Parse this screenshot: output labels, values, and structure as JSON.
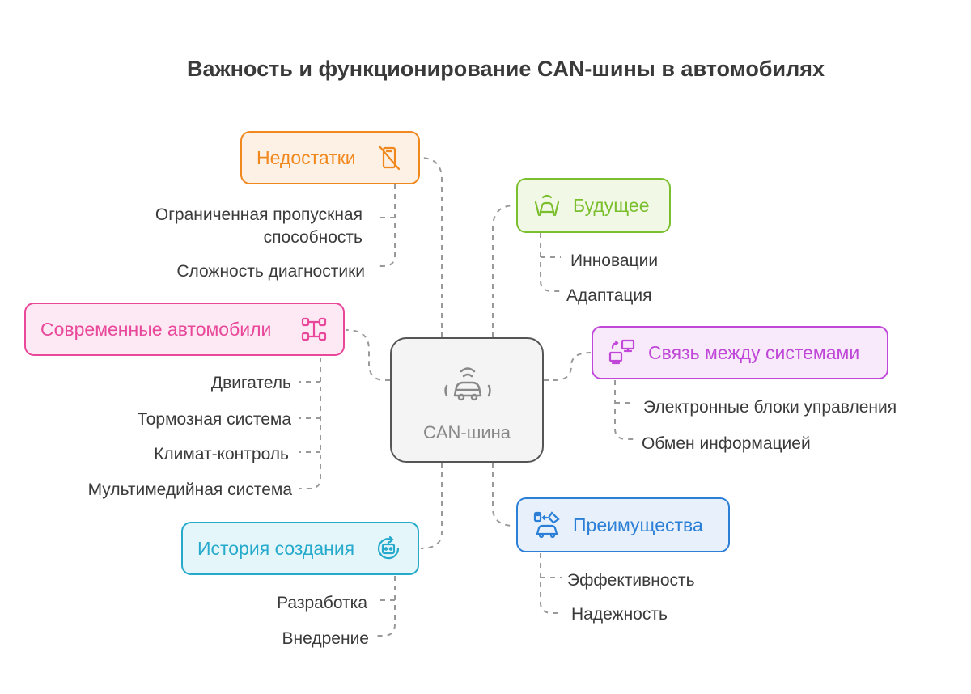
{
  "title": "Важность и функционирование CAN-шины в автомобилях",
  "center": {
    "label": "CAN-шина",
    "icon": "car-signal-icon"
  },
  "branches": {
    "drawbacks": {
      "label": "Недостатки",
      "icon": "phone-off-icon",
      "color": "#f0881e",
      "bg": "#fdf0e4",
      "items": [
        "Ограниченная пропускная\nспособность",
        "Сложность диагностики"
      ]
    },
    "future": {
      "label": "Будущее",
      "icon": "autonomous-car-icon",
      "color": "#7cbf2e",
      "bg": "#f1f8e6",
      "items": [
        "Инновации",
        "Адаптация"
      ]
    },
    "modern": {
      "label": "Современные автомобили",
      "icon": "car-chassis-icon",
      "color": "#e8479a",
      "bg": "#fde9f3",
      "items": [
        "Двигатель",
        "Тормозная система",
        "Климат-контроль",
        "Мультимедийная система"
      ]
    },
    "communication": {
      "label": "Связь между системами",
      "icon": "computer-sync-icon",
      "color": "#c047d8",
      "bg": "#f8eafb",
      "items": [
        "Электронные блоки управления",
        "Обмен информацией"
      ]
    },
    "history": {
      "label": "История создания",
      "icon": "robot-cycle-icon",
      "color": "#25aacc",
      "bg": "#e5f6fb",
      "items": [
        "Разработка",
        "Внедрение"
      ]
    },
    "advantages": {
      "label": "Преимущества",
      "icon": "car-fuel-icon",
      "color": "#2c7fd6",
      "bg": "#e7f0fb",
      "items": [
        "Эффективность",
        "Надежность"
      ]
    }
  }
}
